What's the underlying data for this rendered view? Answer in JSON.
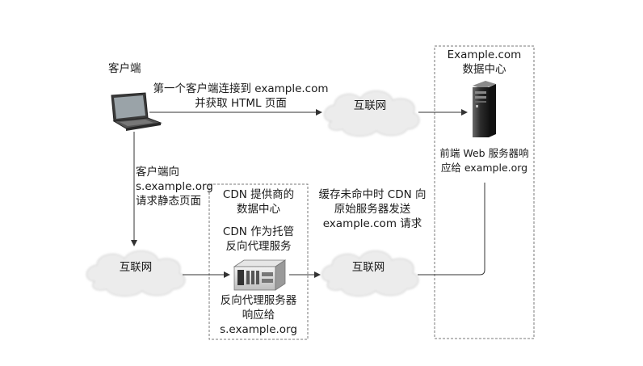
{
  "client": {
    "label": "客户端"
  },
  "direct_request": {
    "line1": "第一个客户端连接到 example.com",
    "line2": "并获取 HTML 页面"
  },
  "internet_top": {
    "label": "互联网"
  },
  "origin_dc": {
    "title_line1": "Example.com",
    "title_line2": "数据中心",
    "server_line1": "前端 Web 服务器响",
    "server_line2": "应给 example.org"
  },
  "client_to_cdn": {
    "line1": "客户端向",
    "line2": "s.example.org",
    "line3": "请求静态页面"
  },
  "internet_left": {
    "label": "互联网"
  },
  "cdn_dc": {
    "title_line1": "CDN 提供商的",
    "title_line2": "数据中心",
    "role_line1": "CDN 作为托管",
    "role_line2": "反向代理服务",
    "resp_line1": "反向代理服务器",
    "resp_line2": "响应给",
    "resp_line3": "s.example.org"
  },
  "cache_miss": {
    "line1": "缓存未命中时 CDN 向",
    "line2": "原始服务器发送",
    "line3": "example.com 请求"
  },
  "internet_mid": {
    "label": "互联网"
  }
}
